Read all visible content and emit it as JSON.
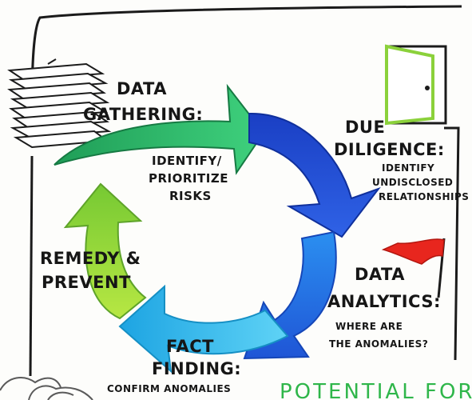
{
  "steps": {
    "data_gathering": {
      "title_1": "DATA",
      "title_2": "GATHERING:",
      "sub_1": "IDENTIFY/",
      "sub_2": "PRIORITIZE",
      "sub_3": "RISKS"
    },
    "due_diligence": {
      "title_1": "DUE",
      "title_2": "DILIGENCE:",
      "sub_1": "IDENTIFY",
      "sub_2": "UNDISCLOSED",
      "sub_3": "RELATIONSHIPS"
    },
    "data_analytics": {
      "title_1": "DATA",
      "title_2": "ANALYTICS:",
      "sub_1": "WHERE ARE",
      "sub_2": "THE ANOMALIES?"
    },
    "fact_finding": {
      "title_1": "FACT",
      "title_2": "FINDING:",
      "sub_1": "CONFIRM ANOMALIES"
    },
    "remedy_prevent": {
      "title_1": "REMEDY &",
      "title_2": "PREVENT"
    }
  },
  "bottom_right_text": "POTENTIAL FORE",
  "colors": {
    "green_dark": "#1f9d57",
    "green_light": "#3fd17d",
    "blue_dark": "#1a3fc4",
    "blue_mid": "#1f6fe0",
    "cyan": "#29b8ea",
    "lime": "#8ed43a",
    "flag_red": "#e8261e",
    "door_green": "#8bd13b"
  },
  "icons": [
    "paper-stack-icon",
    "door-icon",
    "red-flag-icon",
    "person-sketch-icon"
  ]
}
